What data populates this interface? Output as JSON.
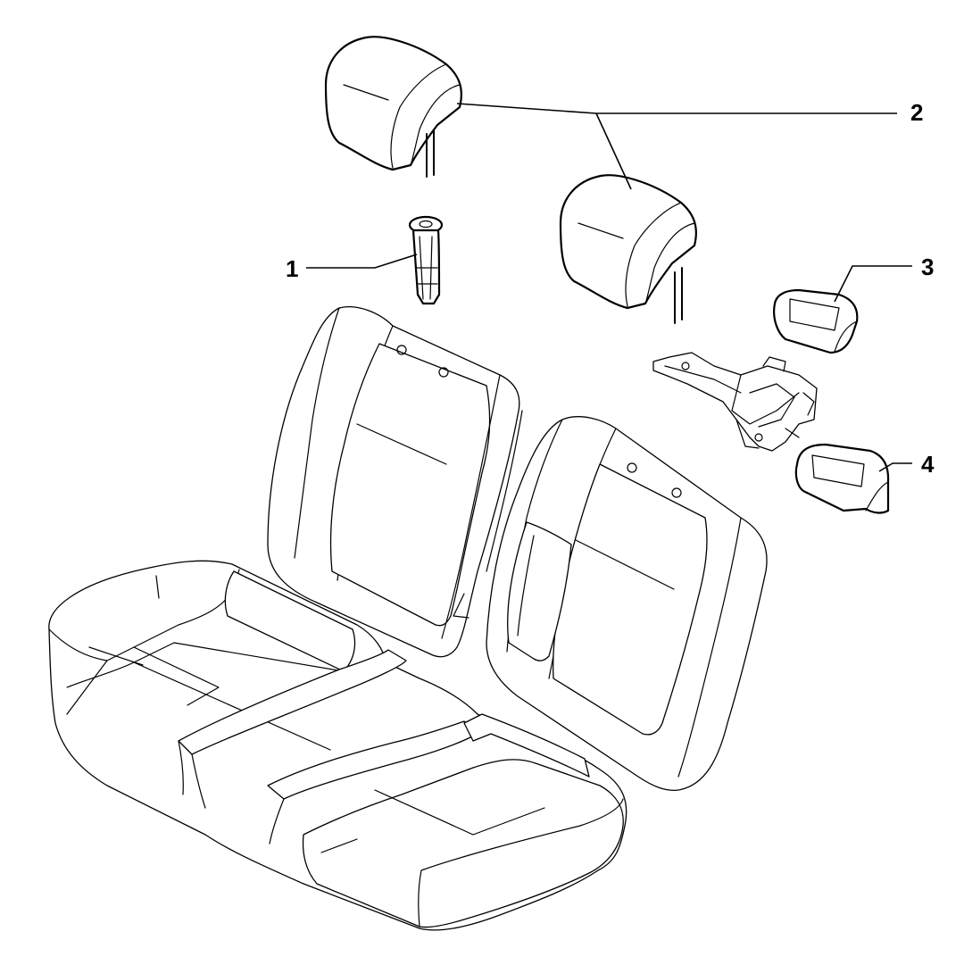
{
  "callouts": [
    {
      "number": "1",
      "part": "headrest-guide-sleeve"
    },
    {
      "number": "2",
      "part": "headrest"
    },
    {
      "number": "3",
      "part": "trim-cover-upper"
    },
    {
      "number": "4",
      "part": "trim-cover-lower"
    }
  ],
  "colors": {
    "line": "#000000",
    "background": "#ffffff"
  }
}
